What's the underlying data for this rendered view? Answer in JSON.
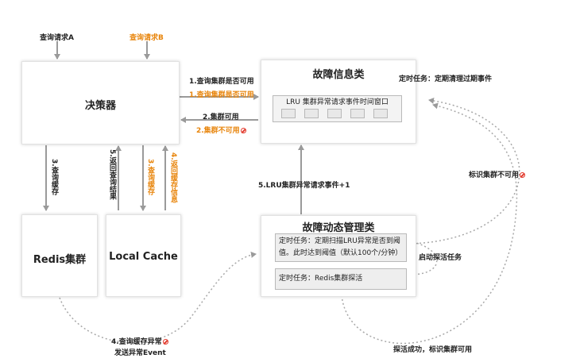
{
  "top_labels": {
    "query_a": "查询请求A",
    "query_b": "查询请求B"
  },
  "decider": {
    "title": "决策器"
  },
  "fault_info": {
    "title": "故障信息类",
    "window_label": "LRU 集群异常请求事件时间窗口",
    "timer_task": "定时任务：定期清理过期事件"
  },
  "fault_manager": {
    "title": "故障动态管理类",
    "task1": "定时任务：定期扫描LRU异常是否到阈值。此时达到阈值（默认100个/分钟）",
    "task2": "定时任务：Redis集群探活"
  },
  "redis": {
    "title": "Redis集群"
  },
  "local_cache": {
    "title": "Local Cache"
  },
  "edges": {
    "e1": "1.查询集群是否可用",
    "e1_orange": "1.查询集群是否可用",
    "e2": "2.集群可用",
    "e2_orange": "2.集群不可用",
    "e3_redis": "3.查询缓存",
    "e3_local": "3.查询缓存",
    "e4_return": "4.返回缓存信息",
    "e5_return": "5.返回查询结果",
    "lru_event": "5.LRU集群异常请求事件+1",
    "mark_unavailable": "标识集群不可用",
    "start_probe": "启动探活任务",
    "probe_success": "探活成功，标识集群可用",
    "query_exception": "4.查询缓存异常",
    "send_event": "发送异常Event"
  },
  "colors": {
    "accent": "#e8850c",
    "forbid": "#e23b2e",
    "arrow": "#9a9a9a"
  }
}
